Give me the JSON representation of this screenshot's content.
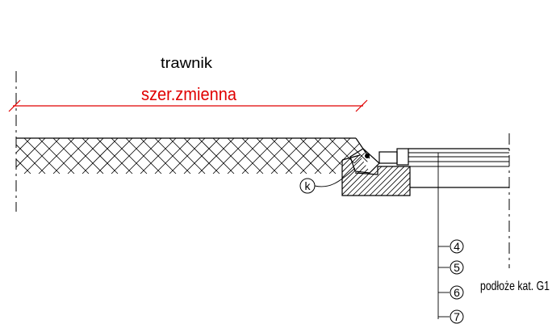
{
  "labels": {
    "top": "trawnik",
    "dimension": "szer.zmienna",
    "subgrade": "podłoże kat. G1"
  },
  "markers": {
    "curb": "k",
    "layers": [
      "4",
      "5",
      "6",
      "7"
    ]
  },
  "colors": {
    "linework": "#000000",
    "dimension": "#e00000",
    "background": "#ffffff"
  }
}
